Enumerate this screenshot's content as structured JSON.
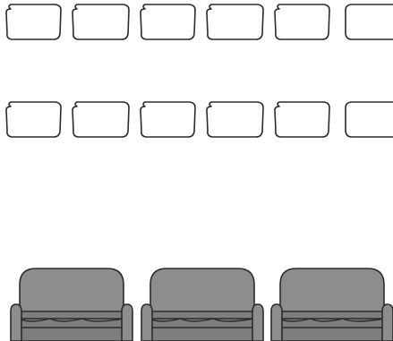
{
  "canvas": {
    "background_color": "#ffffff"
  },
  "seat_outline": {
    "stroke_color": "#2b2b2b",
    "fill_color": "#ffffff",
    "rows": 2,
    "per_row": 6
  },
  "sofas": {
    "count": 3,
    "body_color": "#8b8d8e",
    "shade_color": "#7c7e7f",
    "outline_color": "#2b2b2b",
    "cushion_line_color": "#2b2b2b",
    "cushions_per_sofa": 3
  }
}
